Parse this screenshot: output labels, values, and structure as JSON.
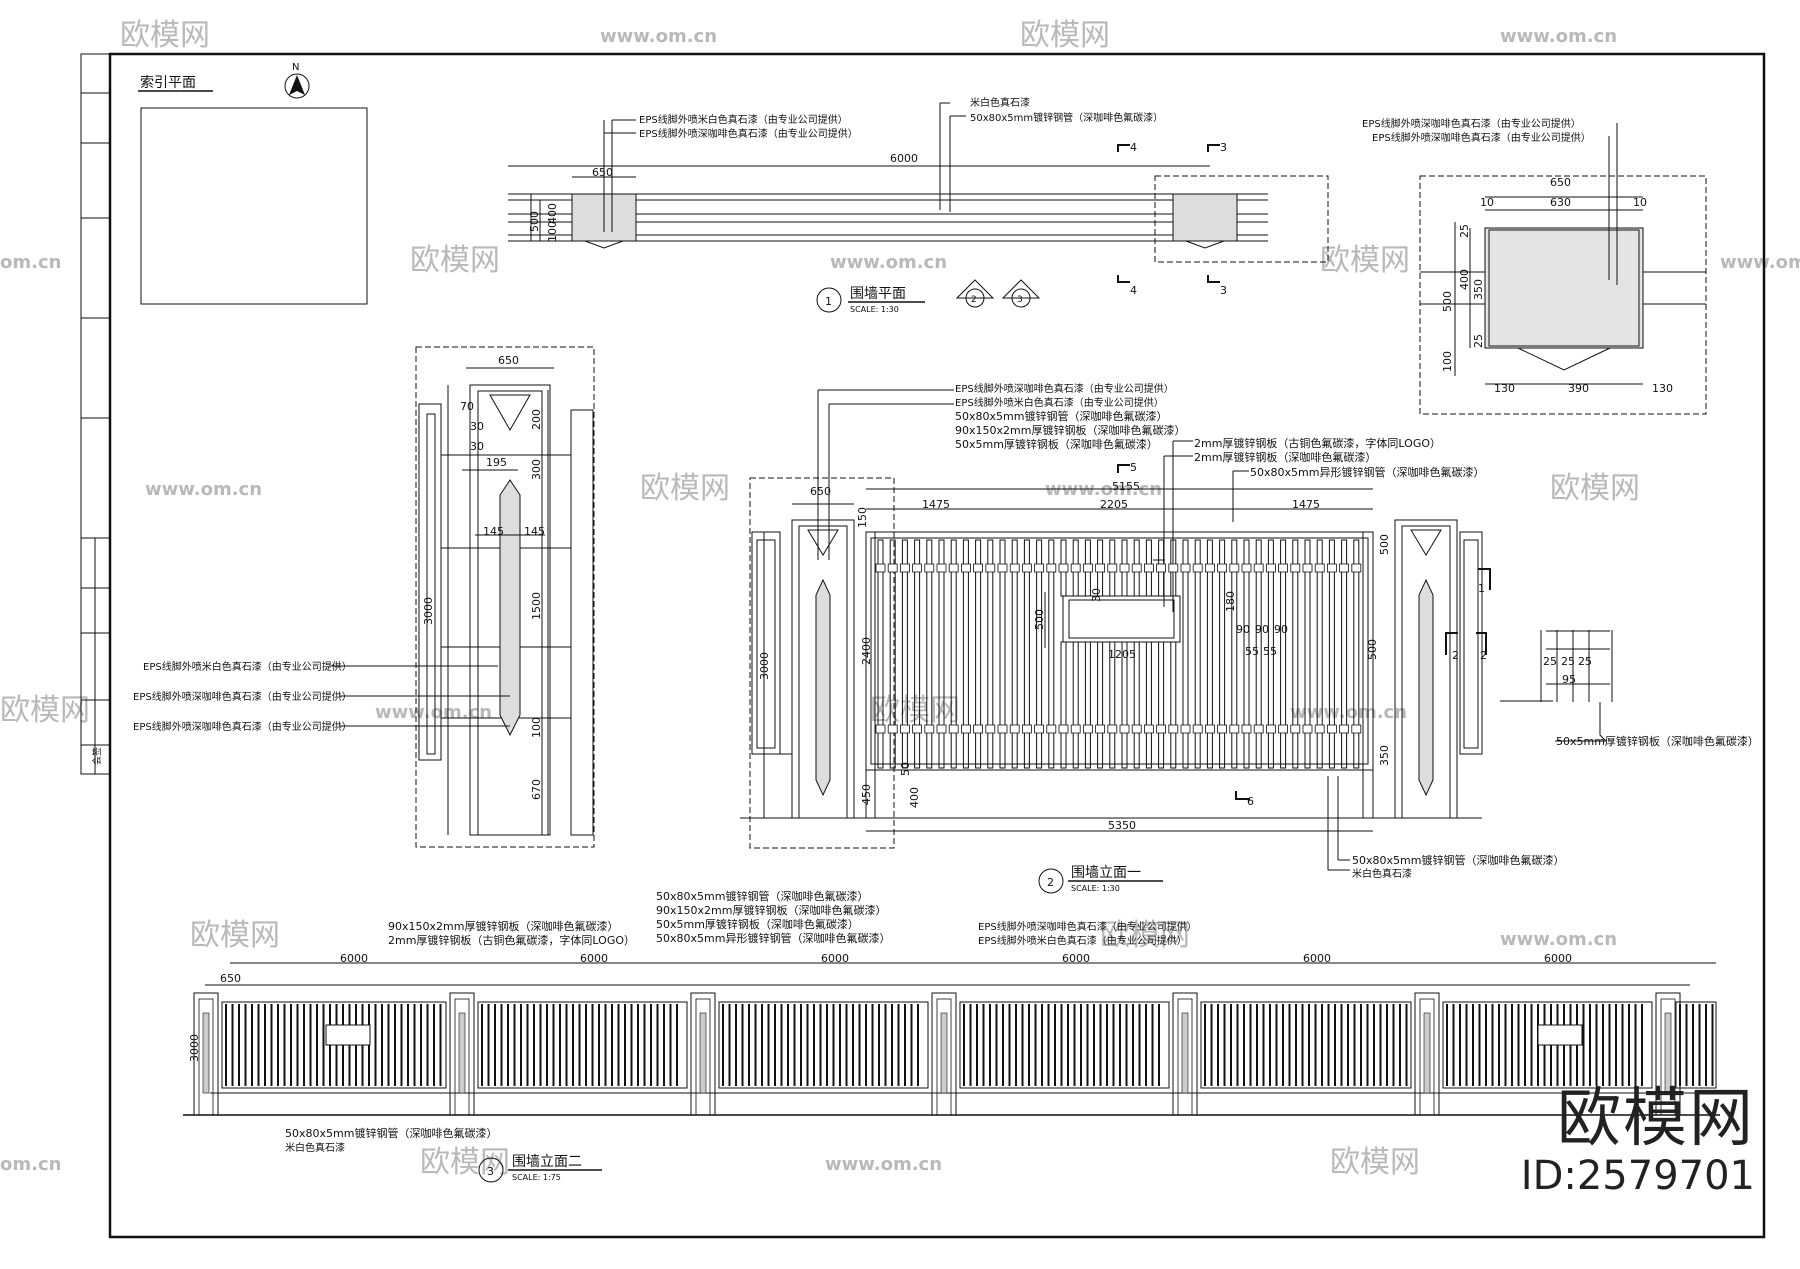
{
  "watermarks": {
    "site": "www.om.cn",
    "site_short": "om.cn",
    "brand": "欧模网"
  },
  "index_plan": {
    "title": "索引平面",
    "north": "N"
  },
  "plan": {
    "title": "围墙平面",
    "scale": "SCALE: 1:30",
    "number": "1",
    "dim_total": "6000",
    "dim_pier": "650",
    "dim_depth": "500",
    "dim_inner": "400",
    "dim_side": "100",
    "notes": [
      "EPS线脚外喷米白色真石漆（由专业公司提供）",
      "EPS线脚外喷深咖啡色真石漆（由专业公司提供）",
      "米白色真石漆",
      "50x80x5mm镀锌钢管（深咖啡色氟碳漆）"
    ],
    "sections": [
      "4",
      "3"
    ],
    "section_symbols": [
      "2",
      "3"
    ]
  },
  "pier_detail": {
    "notes": [
      "EPS线脚外喷深咖啡色真石漆（由专业公司提供）",
      "EPS线脚外喷深咖啡色真石漆（由专业公司提供）"
    ],
    "dims": [
      "650",
      "10",
      "630",
      "10",
      "25",
      "400",
      "350",
      "25",
      "500",
      "100",
      "130",
      "390",
      "130"
    ]
  },
  "section_detail": {
    "notes": [
      "EPS线脚外喷米白色真石漆（由专业公司提供）",
      "EPS线脚外喷深咖啡色真石漆（由专业公司提供）",
      "EPS线脚外喷深咖啡色真石漆（由专业公司提供）"
    ],
    "dims": [
      "650",
      "70",
      "30",
      "30",
      "200",
      "195",
      "300",
      "145",
      "145",
      "1500",
      "3000",
      "100",
      "670"
    ]
  },
  "elevation1": {
    "title": "围墙立面一",
    "scale": "SCALE: 1:30",
    "number": "2",
    "notes_top": [
      "EPS线脚外喷深咖啡色真石漆（由专业公司提供）",
      "EPS线脚外喷米白色真石漆（由专业公司提供）",
      "50x80x5mm镀锌钢管（深咖啡色氟碳漆）",
      "90x150x2mm厚镀锌钢板（深咖啡色氟碳漆）",
      "50x5mm厚镀锌钢板（深咖啡色氟碳漆）",
      "2mm厚镀锌钢板（古铜色氟碳漆，字体同LOGO）",
      "2mm厚镀锌钢板（深咖啡色氟碳漆）",
      "50x80x5mm异形镀锌钢管（深咖啡色氟碳漆）"
    ],
    "notes_bottom": [
      "50x80x5mm镀锌钢管（深咖啡色氟碳漆）",
      "米白色真石漆"
    ],
    "note_right": "50x5mm厚镀锌钢板（深咖啡色氟碳漆）",
    "dims_top": [
      "650",
      "5155",
      "1475",
      "2205",
      "1475"
    ],
    "dims_left": [
      "150",
      "3000",
      "2400",
      "50",
      "400",
      "450"
    ],
    "dims_inner": [
      "500",
      "30",
      "1205",
      "180",
      "90",
      "90",
      "90",
      "55",
      "55",
      "500",
      "350",
      "500"
    ],
    "dim_bottom": "5350",
    "detail_dims": [
      "25",
      "25",
      "25",
      "95"
    ],
    "sections": [
      "5",
      "6",
      "1",
      "2"
    ]
  },
  "elevation2": {
    "title": "围墙立面二",
    "scale": "SCALE: 1:75",
    "number": "3",
    "notes_left": [
      "90x150x2mm厚镀锌钢板（深咖啡色氟碳漆）",
      "2mm厚镀锌钢板（古铜色氟碳漆，字体同LOGO）"
    ],
    "notes_mid": [
      "50x80x5mm镀锌钢管（深咖啡色氟碳漆）",
      "90x150x2mm厚镀锌钢板（深咖啡色氟碳漆）",
      "50x5mm厚镀锌钢板（深咖啡色氟碳漆）",
      "50x80x5mm异形镀锌钢管（深咖啡色氟碳漆）"
    ],
    "notes_right": [
      "EPS线脚外喷深咖啡色真石漆（由专业公司提供）",
      "EPS线脚外喷米白色真石漆（由专业公司提供）"
    ],
    "notes_bottom": [
      "50x80x5mm镀锌钢管（深咖啡色氟碳漆）",
      "米白色真石漆"
    ],
    "spans": [
      "6000",
      "6000",
      "6000",
      "6000",
      "6000",
      "6000"
    ],
    "dim_pier": "650",
    "dim_height": "3000"
  },
  "title_block": {
    "text": "会签"
  },
  "brand_mark": {
    "logo": "欧模网",
    "id": "ID:2579701"
  }
}
